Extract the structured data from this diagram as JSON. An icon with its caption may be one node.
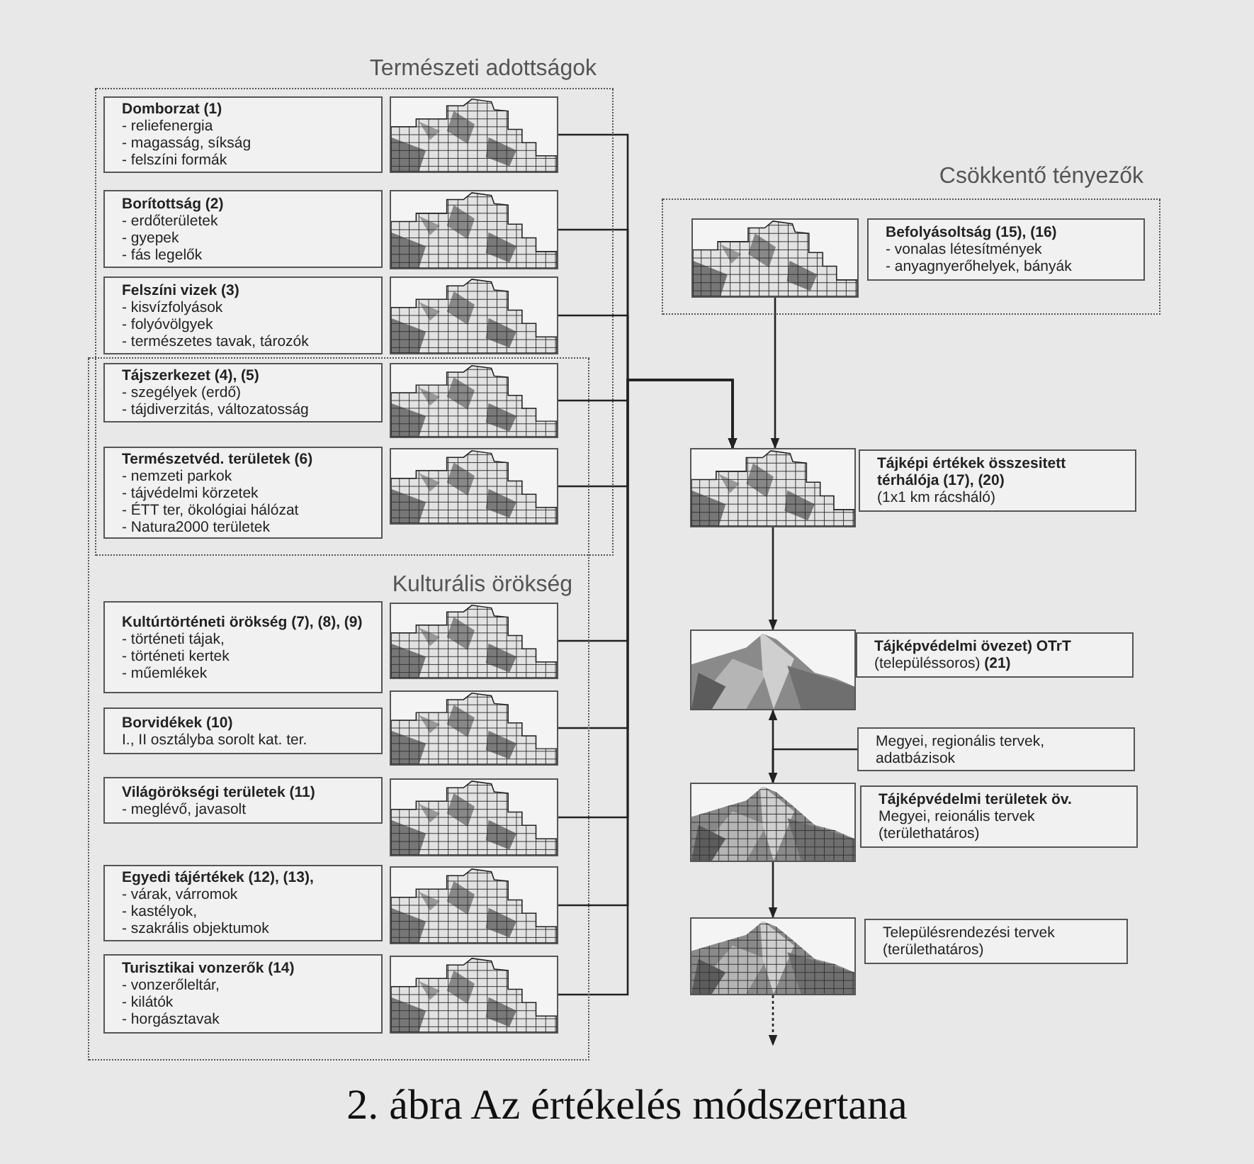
{
  "diagram": {
    "caption": "2. ábra Az értékelés módszertana",
    "nodes": [
      {
        "text": [
          "Természeti adottságok"
        ]
      },
      {
        "text": [
          "Domborzat (1)",
          "- reliefenergia",
          "- magasság, síkság",
          "- felszíni formák"
        ],
        "in": 0
      },
      {
        "text": [],
        "shape": "picture",
        "in": 0
      },
      {
        "text": [
          "Borítottság (2)",
          "- erdőterületek",
          "- gyepek",
          "- fás legelők"
        ],
        "in": 0
      },
      {
        "text": [],
        "shape": "picture",
        "in": 0
      },
      {
        "text": [
          "Felszíni vizek (3)",
          "- kisvízfolyások",
          "- folyóvölgyek",
          "- természetes tavak, tározók"
        ],
        "in": 0
      },
      {
        "text": [],
        "shape": "picture",
        "in": 0
      },
      {
        "text": [
          "Kulturális örökség"
        ]
      },
      {
        "text": [
          "Tájszerkezet (4), (5)",
          "- szegélyek (erdő)",
          "- tájdiverzitás, változatosság"
        ]
      },
      {
        "text": [],
        "shape": "picture"
      },
      {
        "text": [
          "Természetvéd. területek (6)",
          "- nemzeti parkok",
          "- tájvédelmi körzetek",
          "- ÉTT ter, ökológiai hálózat",
          "- Natura2000 területek"
        ]
      },
      {
        "text": [],
        "shape": "picture"
      },
      {
        "text": [
          "Kultúrtörténeti örökség (7), (8), (9)",
          "- történeti tájak,",
          "- történeti kertek",
          "- műemlékek"
        ],
        "in": 7
      },
      {
        "text": [],
        "shape": "picture",
        "in": 7
      },
      {
        "text": [
          "Borvidékek (10)",
          "I., II osztályba sorolt kat. ter."
        ],
        "in": 7
      },
      {
        "text": [],
        "shape": "picture",
        "in": 7
      },
      {
        "text": [
          "Világörökségi területek (11)",
          "- meglévő, javasolt"
        ],
        "in": 7
      },
      {
        "text": [],
        "shape": "picture",
        "in": 7
      },
      {
        "text": [
          "Egyedi tájértékek (12), (13),",
          "- várak, várromok",
          "- kastélyok,",
          "- szakrális objektumok"
        ],
        "in": 7
      },
      {
        "text": [],
        "shape": "picture",
        "in": 7
      },
      {
        "text": [
          "Turisztikai vonzerők (14)",
          "- vonzerőleltár,",
          "- kilátók",
          "- horgásztavak"
        ],
        "in": 7
      },
      {
        "text": [],
        "shape": "picture",
        "in": 7
      },
      {
        "text": [
          "Csökkentő tényezők"
        ]
      },
      {
        "text": [],
        "shape": "picture",
        "in": 22
      },
      {
        "text": [
          "Befolyásoltság (15), (16)",
          "- vonalas létesítmények",
          "- anyagnyerőhelyek, bányák"
        ],
        "in": 22
      },
      {
        "text": [],
        "shape": "picture"
      },
      {
        "text": [
          "Tájképi értékek összesitett térhálója (17), (20)",
          "(1x1 km rácsháló)"
        ]
      },
      {
        "text": [],
        "shape": "picture"
      },
      {
        "text": [
          "Tájképvédelmi övezet) OTrT",
          "(településsoros) **(21)**"
        ]
      },
      {
        "text": [
          "Megyei, regionális tervek, adatbázisok"
        ]
      },
      {
        "text": [],
        "shape": "picture"
      },
      {
        "text": [
          "Tájképvédelmi területek öv.",
          "Megyei, reionális tervek",
          "(területhatáros)"
        ]
      },
      {
        "text": [],
        "shape": "picture"
      },
      {
        "text": [
          "Településrendezési tervek",
          "(területhatáros)"
        ]
      }
    ],
    "edges": [
      {
        "from": 2,
        "to": 25,
        "arrow": "to"
      },
      {
        "from": 4,
        "to": 25,
        "arrow": "to"
      },
      {
        "from": 6,
        "to": 25,
        "arrow": "to"
      },
      {
        "from": 9,
        "to": 25,
        "arrow": "to"
      },
      {
        "from": 11,
        "to": 25,
        "arrow": "to"
      },
      {
        "from": 13,
        "to": 25,
        "arrow": "to"
      },
      {
        "from": 15,
        "to": 25,
        "arrow": "to"
      },
      {
        "from": 17,
        "to": 25,
        "arrow": "to"
      },
      {
        "from": 19,
        "to": 25,
        "arrow": "to"
      },
      {
        "from": 21,
        "to": 25,
        "arrow": "to"
      },
      {
        "from": 23,
        "to": 25,
        "arrow": "to"
      },
      {
        "from": 25,
        "to": 27,
        "arrow": "to"
      },
      {
        "from": 27,
        "to": 30,
        "arrow": "both"
      },
      {
        "from": 29,
        "to": 30,
        "arrow": "to"
      },
      {
        "from": 30,
        "to": 32,
        "arrow": "to"
      },
      {
        "from": 32,
        "to": null,
        "arrow": "to",
        "style": "dashed"
      }
    ]
  }
}
